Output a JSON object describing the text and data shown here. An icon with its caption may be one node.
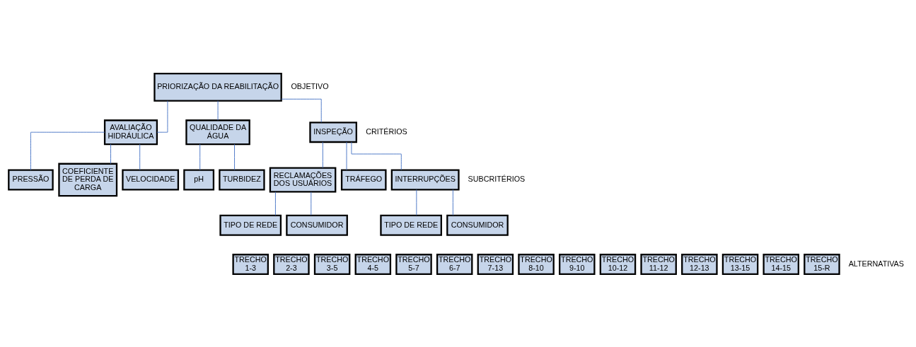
{
  "diagram": {
    "nodes": [
      {
        "text": [
          "PRIORIZAÇÃO DA REABILITAÇÃO"
        ]
      },
      {
        "text": [
          "AVALIAÇÃO HIDRÁULICA"
        ]
      },
      {
        "text": [
          "QUALIDADE DA ÁGUA"
        ]
      },
      {
        "text": [
          "INSPEÇÃO"
        ]
      },
      {
        "text": [
          "PRESSÃO"
        ]
      },
      {
        "text": [
          "COEFICIENTE DE PERDA DE CARGA"
        ]
      },
      {
        "text": [
          "VELOCIDADE"
        ]
      },
      {
        "text": [
          "pH"
        ]
      },
      {
        "text": [
          "TURBIDEZ"
        ]
      },
      {
        "text": [
          "RECLAMAÇÕES DOS USUÁRIOS"
        ]
      },
      {
        "text": [
          "TRÁFEGO"
        ]
      },
      {
        "text": [
          "INTERRUPÇÕES"
        ]
      },
      {
        "text": [
          "TIPO DE REDE"
        ]
      },
      {
        "text": [
          "CONSUMIDOR"
        ]
      },
      {
        "text": [
          "TIPO DE REDE"
        ]
      },
      {
        "text": [
          "CONSUMIDOR"
        ]
      },
      {
        "text": [
          "TRECHO 1-3"
        ]
      },
      {
        "text": [
          "TRECHO 2-3"
        ]
      },
      {
        "text": [
          "TRECHO 3-5"
        ]
      },
      {
        "text": [
          "TRECHO 4-5"
        ]
      },
      {
        "text": [
          "TRECHO 5-7"
        ]
      },
      {
        "text": [
          "TRECHO 6-7"
        ]
      },
      {
        "text": [
          "TRECHO 7-13"
        ]
      },
      {
        "text": [
          "TRECHO 8-10"
        ]
      },
      {
        "text": [
          "TRECHO 9-10"
        ]
      },
      {
        "text": [
          "TRECHO 10-12"
        ]
      },
      {
        "text": [
          "TRECHO 11-12"
        ]
      },
      {
        "text": [
          "TRECHO 12-13"
        ]
      },
      {
        "text": [
          "TRECHO 13-15"
        ]
      },
      {
        "text": [
          "TRECHO 14-15"
        ]
      },
      {
        "text": [
          "TRECHO 15-R"
        ]
      }
    ],
    "edges": [
      {
        "from": 0,
        "to": 1,
        "arrow": "none"
      },
      {
        "from": 0,
        "to": 2,
        "arrow": "none"
      },
      {
        "from": 0,
        "to": 3,
        "arrow": "none"
      },
      {
        "from": 1,
        "to": 4,
        "arrow": "none"
      },
      {
        "from": 1,
        "to": 5,
        "arrow": "none"
      },
      {
        "from": 1,
        "to": 6,
        "arrow": "none"
      },
      {
        "from": 2,
        "to": 7,
        "arrow": "none"
      },
      {
        "from": 2,
        "to": 8,
        "arrow": "none"
      },
      {
        "from": 3,
        "to": 9,
        "arrow": "none"
      },
      {
        "from": 3,
        "to": 10,
        "arrow": "none"
      },
      {
        "from": 3,
        "to": 11,
        "arrow": "none"
      },
      {
        "from": 9,
        "to": 12,
        "arrow": "none"
      },
      {
        "from": 9,
        "to": 13,
        "arrow": "none"
      },
      {
        "from": 11,
        "to": 14,
        "arrow": "none"
      },
      {
        "from": 11,
        "to": 15,
        "arrow": "none"
      }
    ],
    "labels": [
      "OBJETIVO",
      "CRITÉRIOS",
      "SUBCRITÉRIOS",
      "ALTERNATIVAS"
    ]
  }
}
